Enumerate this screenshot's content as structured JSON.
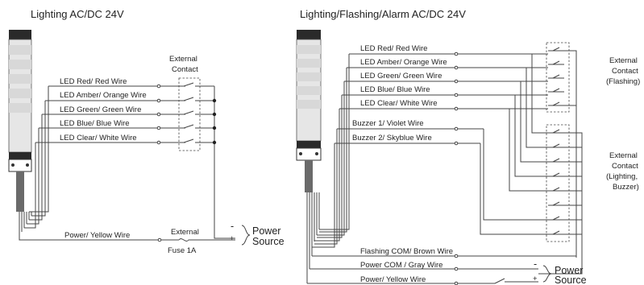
{
  "left": {
    "title": "Lighting AC/DC 24V",
    "wires": [
      "LED Red/ Red Wire",
      "LED Amber/ Orange Wire",
      "LED Green/ Green Wire",
      "LED Blue/ Blue Wire",
      "LED Clear/ White Wire"
    ],
    "external_contact": [
      "External",
      "Contact"
    ],
    "power_wire": "Power/ Yellow Wire",
    "fuse_label": [
      "External",
      "Fuse 1A"
    ],
    "minus": "-",
    "plus": "+",
    "power_source": [
      "Power",
      "Source"
    ]
  },
  "right": {
    "title": "Lighting/Flashing/Alarm AC/DC 24V",
    "wires": [
      "LED Red/ Red Wire",
      "LED Amber/ Orange Wire",
      "LED Green/ Green Wire",
      "LED Blue/ Blue Wire",
      "LED Clear/ White Wire"
    ],
    "buzzer_wires": [
      "Buzzer 1/ Violet Wire",
      "Buzzer 2/ Skyblue Wire"
    ],
    "flashing_contact": [
      "External",
      "Contact",
      "(Flashing)"
    ],
    "lighting_contact": [
      "External",
      "Contact",
      "(Lighting,",
      "Buzzer)"
    ],
    "com_wires": [
      "Flashing COM/ Brown Wire",
      "Power COM / Gray Wire",
      "Power/ Yellow Wire"
    ],
    "minus": "-",
    "plus": "+",
    "power_source": [
      "Power",
      "Source"
    ]
  }
}
